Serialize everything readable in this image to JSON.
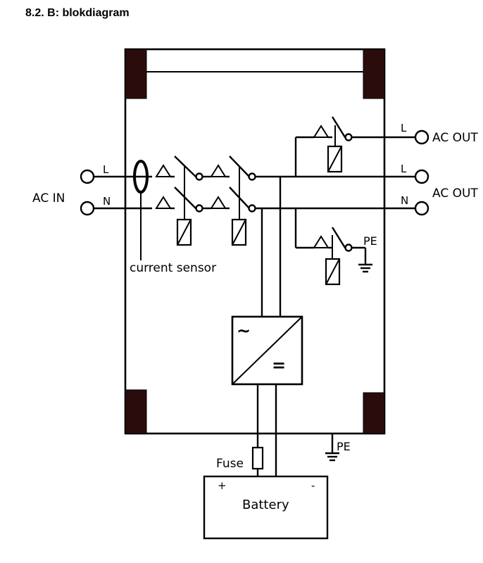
{
  "heading": "8.2. B: blokdiagram",
  "labels": {
    "ac_in": "AC IN",
    "l_in": "L",
    "n_in": "N",
    "current_sensor": "current sensor",
    "ac_out_1": "AC OUT",
    "ac_out_2": "AC OUT",
    "l_out_1": "L",
    "l_out_2": "L",
    "n_out": "N",
    "pe_relay": "PE",
    "pe_chassis": "PE",
    "converter_ac": "~",
    "converter_dc": "=",
    "fuse": "Fuse",
    "battery": "Battery",
    "battery_plus": "+",
    "battery_minus": "-"
  }
}
